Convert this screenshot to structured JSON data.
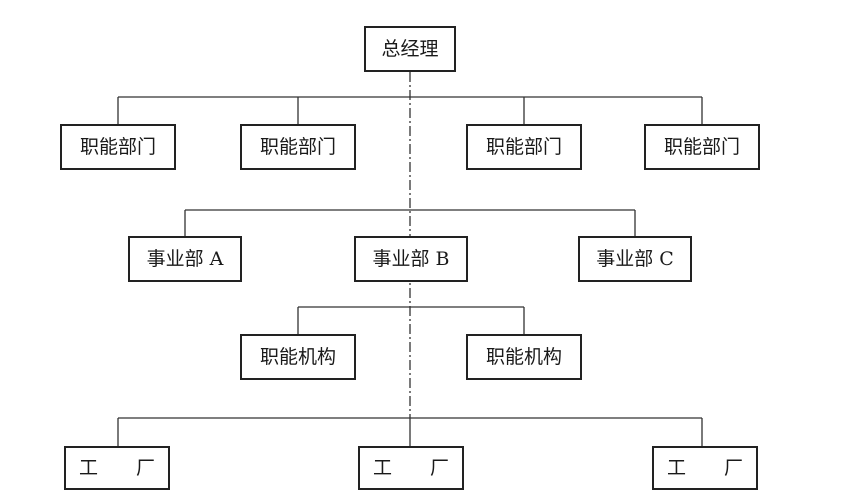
{
  "general_manager": "总经理",
  "functional_departments": [
    "职能部门",
    "职能部门",
    "职能部门",
    "职能部门"
  ],
  "divisions": [
    "事业部 A",
    "事业部 B",
    "事业部 C"
  ],
  "functional_bodies": [
    "职能机构",
    "职能机构"
  ],
  "factories": [
    "工　　厂",
    "工　　厂",
    "工　　厂"
  ],
  "colors": {
    "line": "#333333",
    "box_border": "#222222",
    "text": "#1a1a1a",
    "background": "#ffffff"
  }
}
